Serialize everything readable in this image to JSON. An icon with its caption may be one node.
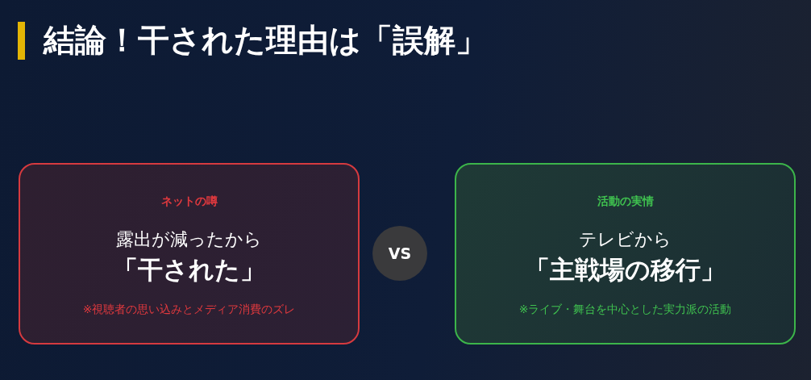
{
  "diagram": {
    "title": "結論！干された理由は「誤解」",
    "nodes": [
      {
        "text": [
          "ネットの噂",
          "露出が減ったから",
          "「干された」",
          "※視聴者の思い込みとメディア消費のズレ"
        ]
      },
      {
        "text": [
          "VS"
        ]
      },
      {
        "text": [
          "活動の実情",
          "テレビから",
          "「主戦場の移行」",
          "※ライブ・舞台を中心とした実力派の活動"
        ]
      }
    ]
  }
}
